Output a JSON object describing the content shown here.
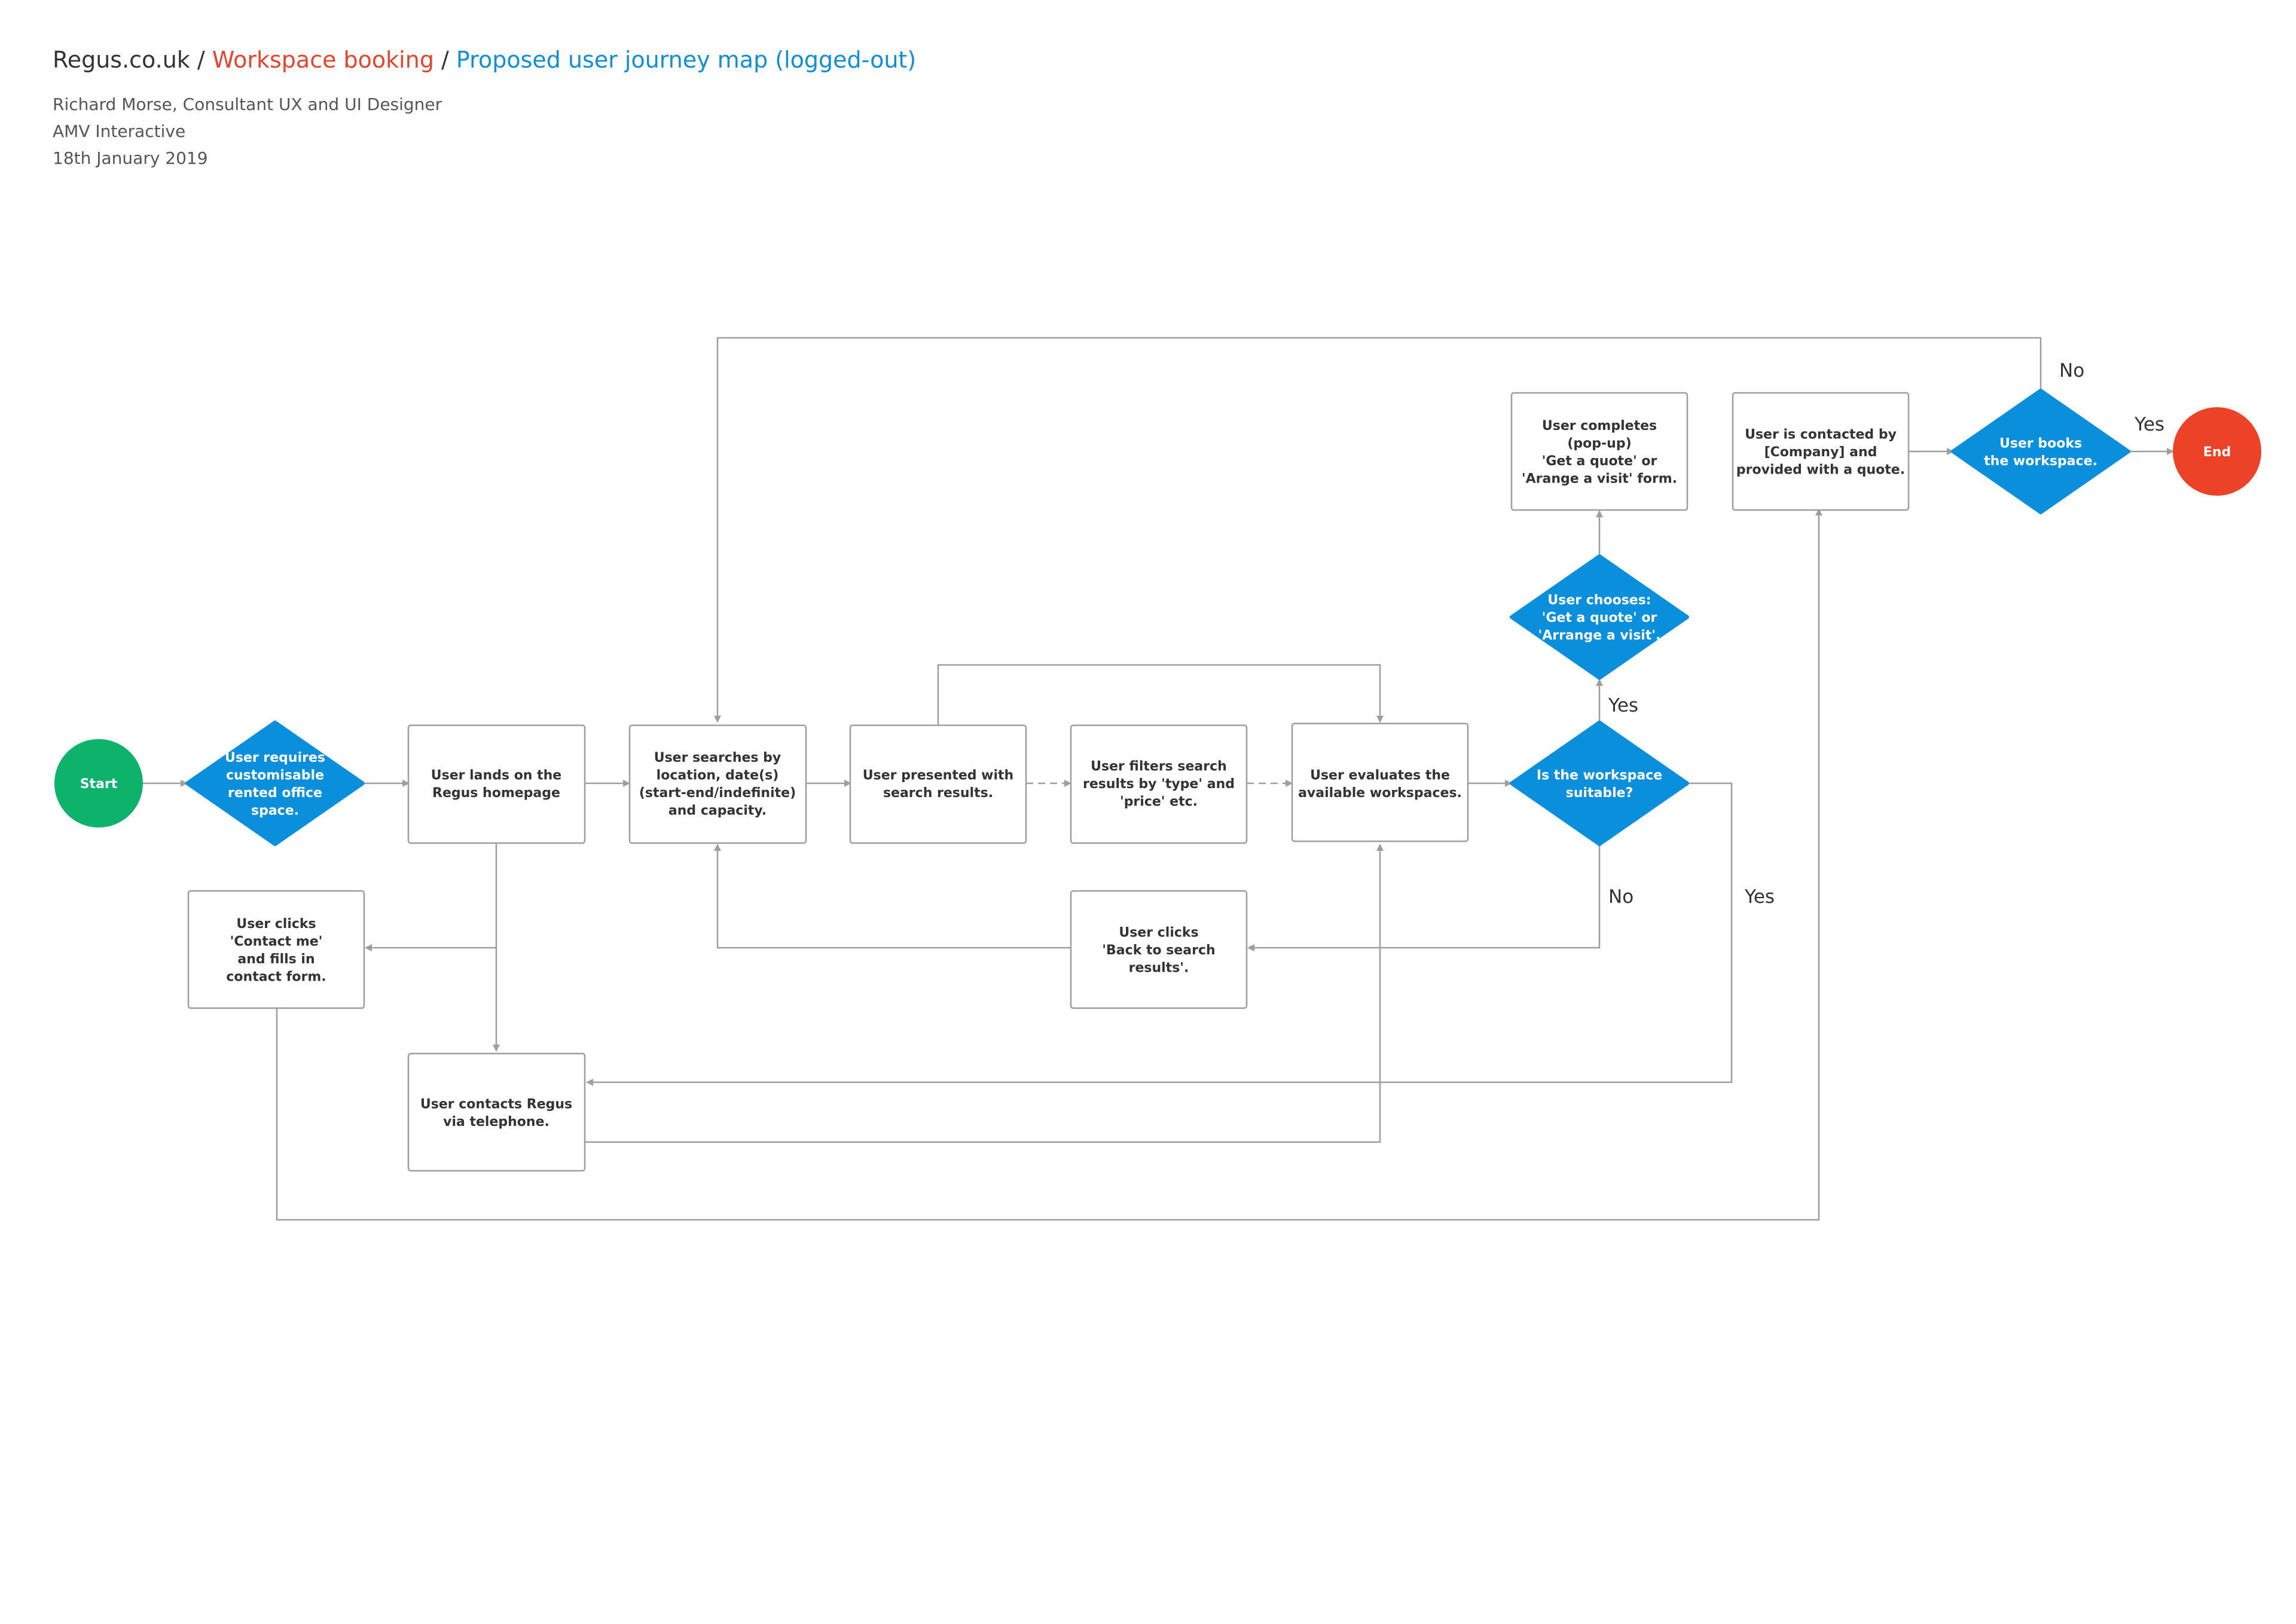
{
  "header": {
    "site": "Regus.co.uk",
    "sep1": " / ",
    "section": "Workspace booking",
    "sep2": " / ",
    "page": "Proposed user journey map (logged-out)",
    "author": "Richard Morse, Consultant UX and UI Designer",
    "company": "AMV Interactive",
    "date": "18th January 2019"
  },
  "colors": {
    "section": "#e8442d",
    "page": "#0f8fd6",
    "start": "#0db26b",
    "end": "#ec4227",
    "decision": "#0a8fdc",
    "box_border": "#9e9e9e",
    "line": "#9e9e9e"
  },
  "nodes": {
    "start": [
      "Start"
    ],
    "need": [
      "User requires",
      "customisable",
      "rented office",
      "space."
    ],
    "homepage": [
      "User lands on the",
      "Regus homepage"
    ],
    "search": [
      "User searches by",
      "location, date(s)",
      "(start-end/indefinite)",
      "and capacity."
    ],
    "results": [
      "User presented with",
      "search results."
    ],
    "filter": [
      "User filters search",
      "results by 'type' and",
      "'price' etc."
    ],
    "evaluate": [
      "User evaluates the",
      "available workspaces."
    ],
    "suitable": [
      "Is the workspace",
      "suitable?"
    ],
    "chooses": [
      "User chooses:",
      "'Get a quote' or",
      "'Arrange a visit'."
    ],
    "completes": [
      "User completes",
      "(pop-up)",
      "'Get a quote' or",
      "'Arange a visit' form."
    ],
    "contacted": [
      "User is contacted by",
      "[Company] and",
      "provided with a quote."
    ],
    "books": [
      "User books",
      "the workspace."
    ],
    "end": [
      "End"
    ],
    "contact_me": [
      "User clicks",
      "'Contact me'",
      "and fills in",
      "contact form."
    ],
    "back": [
      "User clicks",
      "'Back to search",
      "results'."
    ],
    "telephone": [
      "User contacts Regus",
      "via telephone."
    ]
  },
  "edge_labels": {
    "books_no": "No",
    "books_yes": "Yes",
    "suitable_yes_up": "Yes",
    "suitable_no": "No",
    "suitable_yes_right": "Yes"
  }
}
